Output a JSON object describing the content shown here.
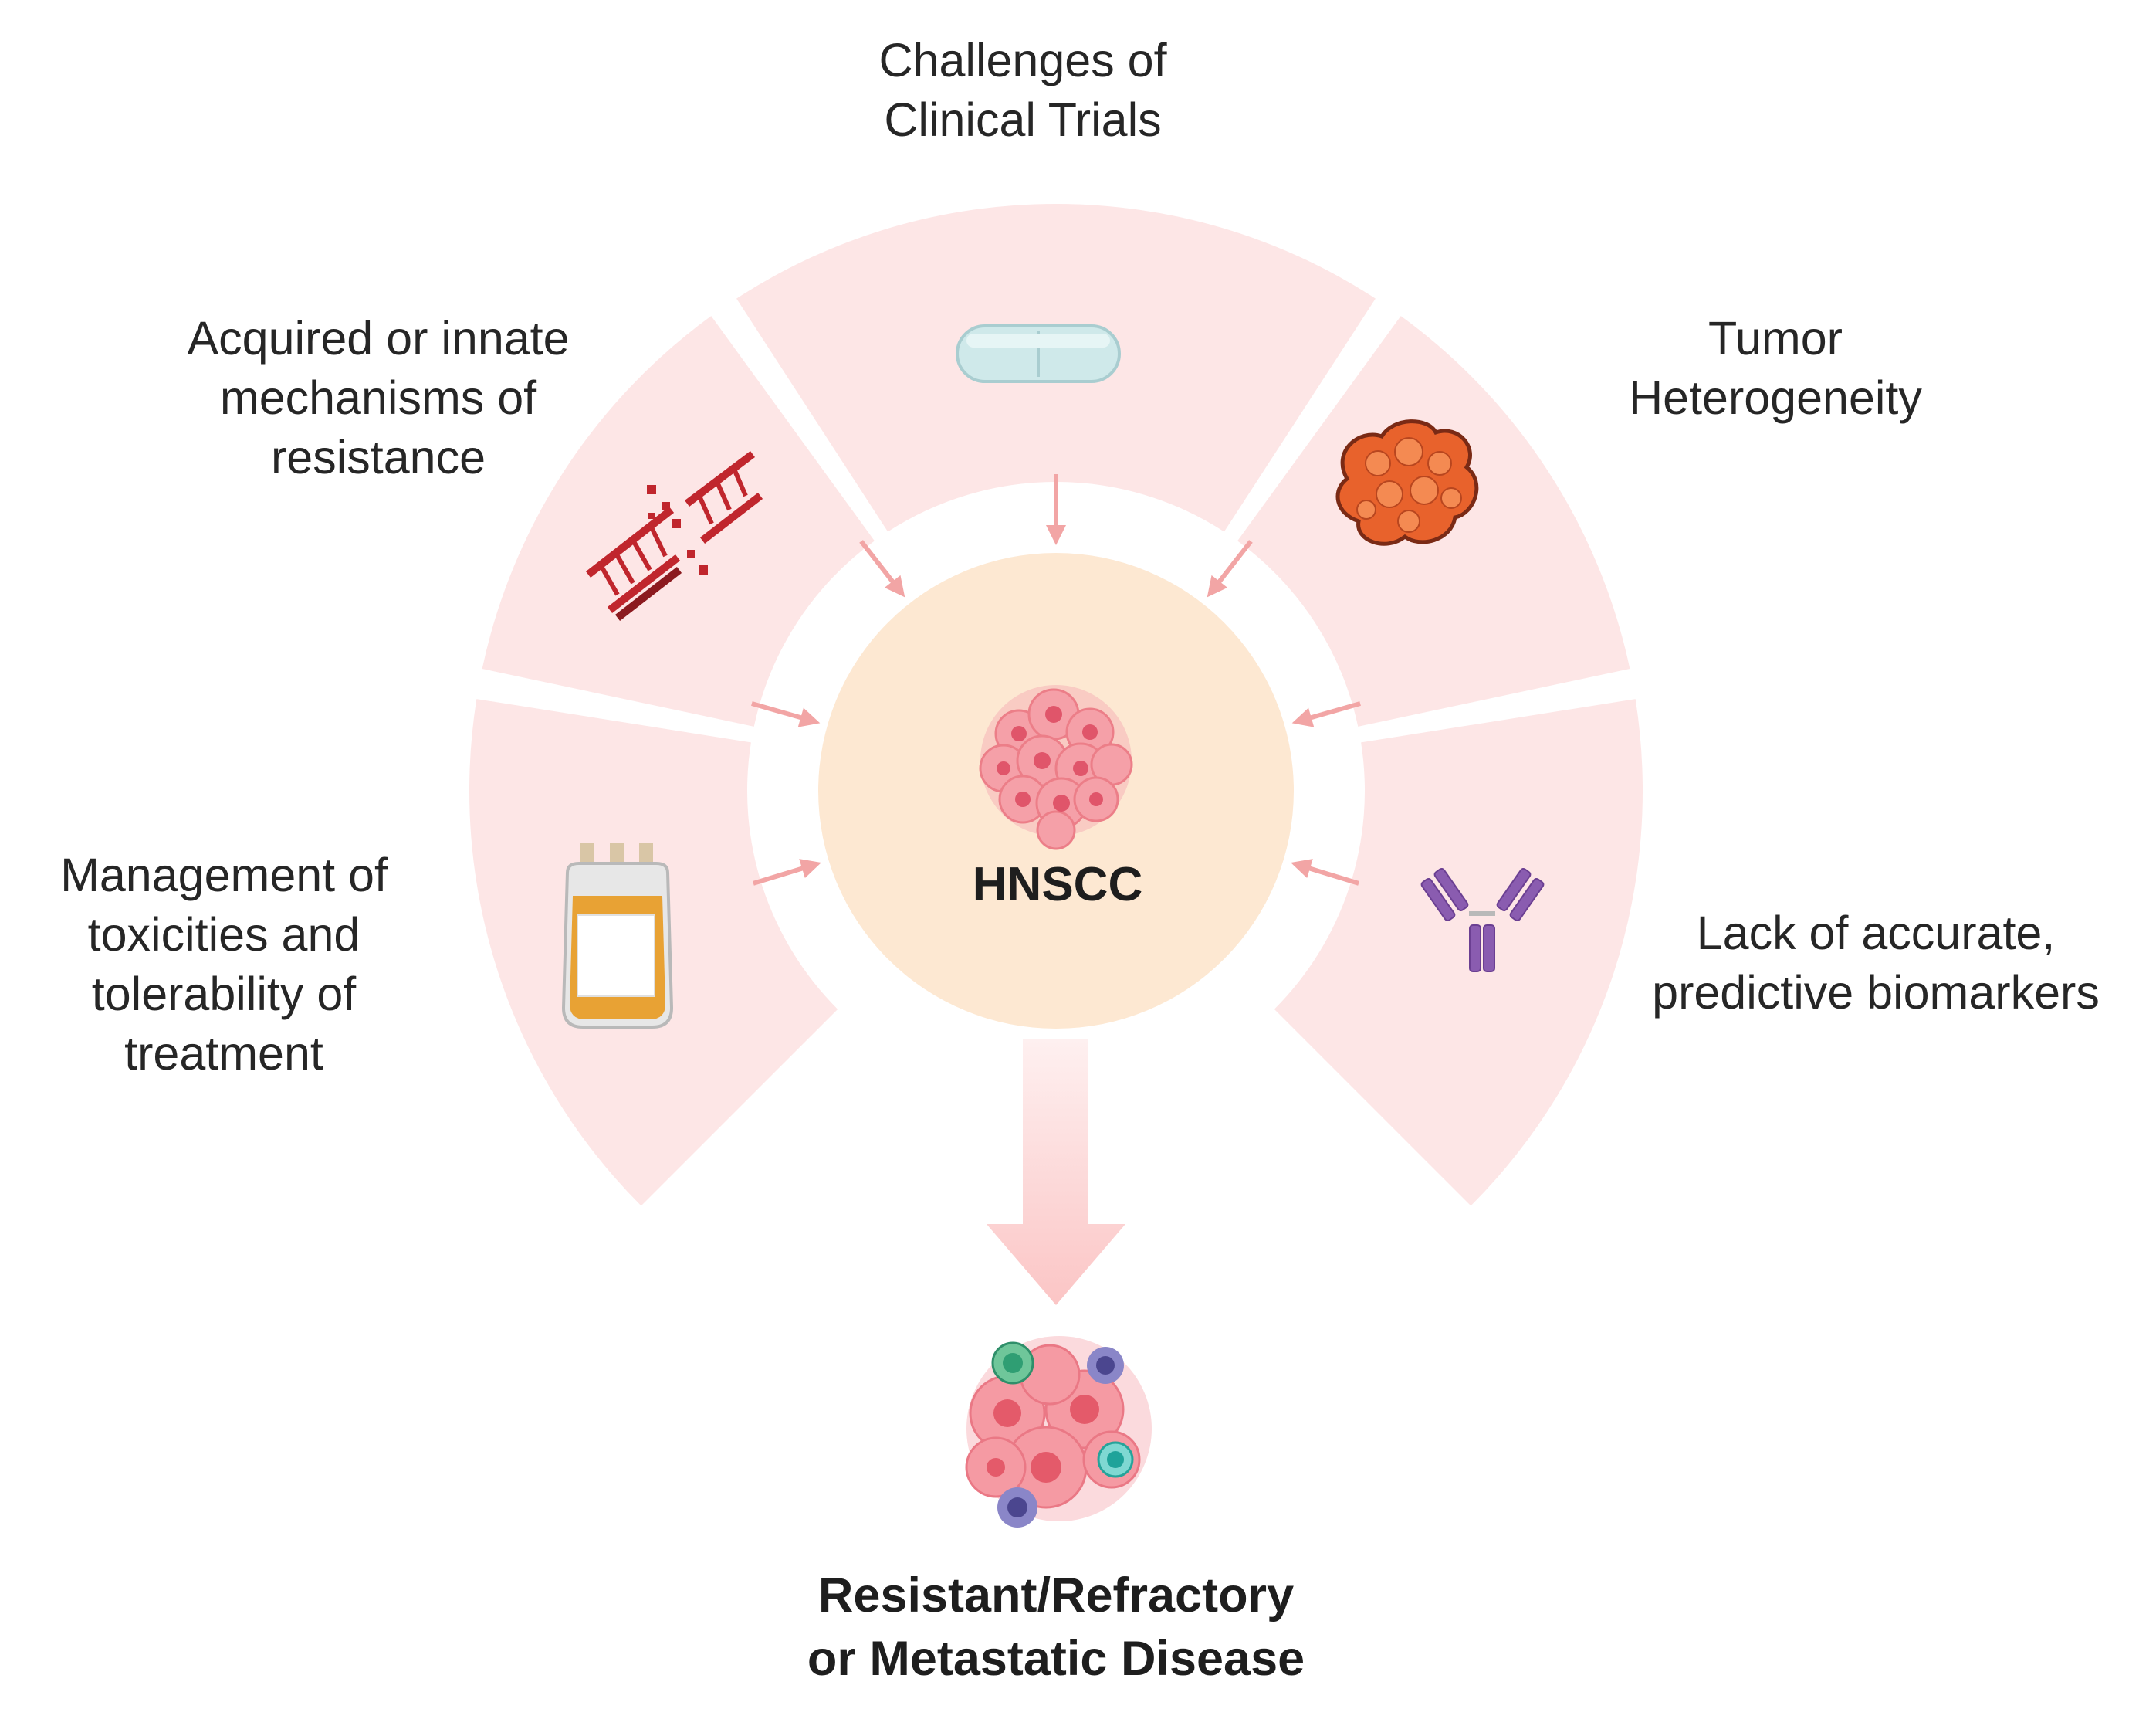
{
  "center": {
    "label": "HNSCC"
  },
  "outcome": {
    "label": "Resistant/Refractory\nor Metastatic Disease"
  },
  "challenges": [
    {
      "label": "Challenges of\nClinical Trials",
      "icon": "pill-icon"
    },
    {
      "label": "Tumor\nHeterogeneity",
      "icon": "tumor-mass-icon"
    },
    {
      "label": "Lack of accurate,\npredictive biomarkers",
      "icon": "antibody-icon"
    },
    {
      "label": "Management of\ntoxicities and\ntolerability of\ntreatment",
      "icon": "blood-bag-icon"
    },
    {
      "label": "Acquired or innate\nmechanisms of\nresistance",
      "icon": "broken-dna-icon"
    }
  ],
  "colors": {
    "segment": "#fde6e6",
    "center_circle": "#fde8d2",
    "arrow": "#f2a5a5",
    "big_arrow_top": "#fef0f0",
    "big_arrow_bottom": "#fbc5c5"
  }
}
